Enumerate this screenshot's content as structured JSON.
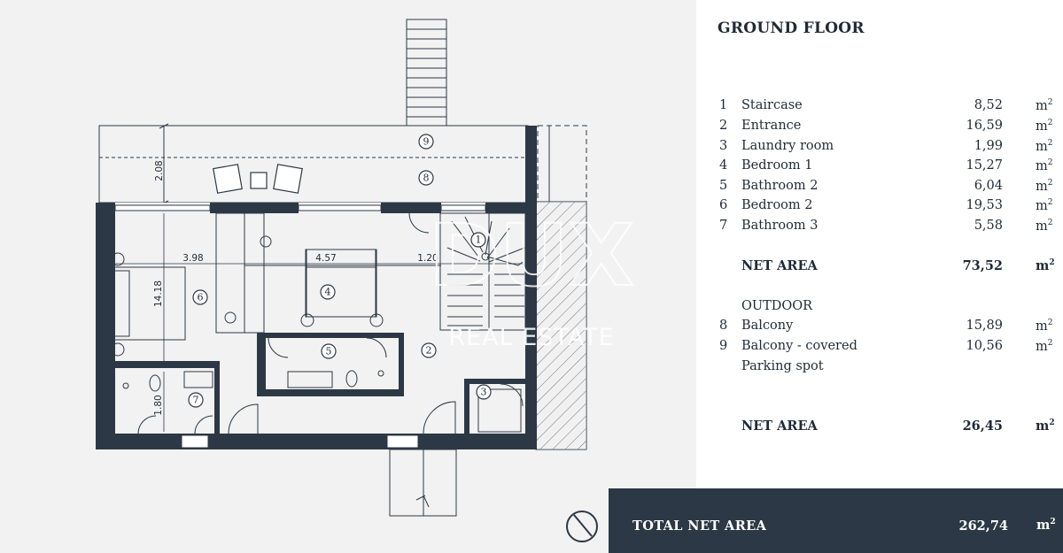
{
  "title": "GROUND FLOOR",
  "rooms": [
    {
      "num": "1",
      "name": "Staircase",
      "area": "8,52",
      "unit": "m"
    },
    {
      "num": "2",
      "name": "Entrance",
      "area": "16,59",
      "unit": "m"
    },
    {
      "num": "3",
      "name": "Laundry room",
      "area": "1,99",
      "unit": "m"
    },
    {
      "num": "4",
      "name": "Bedroom 1",
      "area": "15,27",
      "unit": "m"
    },
    {
      "num": "5",
      "name": "Bathroom 2",
      "area": "6,04",
      "unit": "m"
    },
    {
      "num": "6",
      "name": "Bedroom 2",
      "area": "19,53",
      "unit": "m"
    },
    {
      "num": "7",
      "name": "Bathroom 3",
      "area": "5,58",
      "unit": "m"
    }
  ],
  "net_area": {
    "label": "NET AREA",
    "value": "73,52",
    "unit": "m"
  },
  "outdoor": {
    "heading": "OUTDOOR",
    "items": [
      {
        "num": "8",
        "name": "Balcony",
        "area": "15,89",
        "unit": "m"
      },
      {
        "num": "9",
        "name": "Balcony - covered",
        "area": "10,56",
        "unit": "m"
      },
      {
        "num": "",
        "name": "Parking spot",
        "area": "",
        "unit": ""
      }
    ]
  },
  "outdoor_net_area": {
    "label": "NET AREA",
    "value": "26,45",
    "unit": "m"
  },
  "total": {
    "label": "TOTAL NET AREA",
    "value": "262,74",
    "unit": "m"
  },
  "unit_superscript": "2",
  "plan": {
    "room_markers": [
      "1",
      "2",
      "3",
      "4",
      "5",
      "6",
      "7",
      "8",
      "9"
    ],
    "dimensions": {
      "d1": "2.08",
      "d2": "3.98",
      "d3": "4.57",
      "d4": "1.20",
      "d5": "14.18",
      "d6": "1.80"
    },
    "watermark": {
      "logo": "DUX",
      "text": "REAL ESTATE"
    }
  },
  "colors": {
    "wall": "#2c3845",
    "panel_bg": "#f2f2f2",
    "accent": "#2c3845"
  }
}
